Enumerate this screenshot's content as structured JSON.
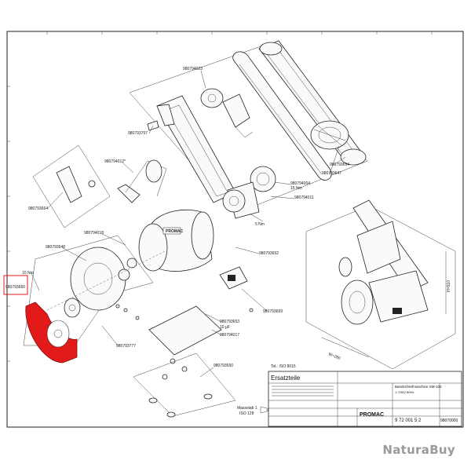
{
  "part_labels": {
    "p980794023": "980794023",
    "p980793707": "980793707",
    "p980794012": "980794012*",
    "p980793654": "980793654",
    "p980793647": "980793647",
    "p980794004": "980794004",
    "p15nm_a": "15 Nm",
    "p980794011": "980794011",
    "p980793664": "980793664",
    "p980794018": "980794018",
    "p5nm": "5 Nm",
    "p980793648": "980793648",
    "p980793652": "980793652",
    "p10nm": "10 Nm",
    "p980793660": "980793660",
    "p980793659": "980793659",
    "p980793777": "980793777",
    "p980793653": "980793653",
    "p10uf": "10 µF",
    "p980794017": "980794017",
    "p980793650": "980793650"
  },
  "dims": {
    "h": "H=510",
    "w": "W=280"
  },
  "notes": {
    "tol": "Tol.: ISO 8015",
    "scale_label": "Massstab 1",
    "scale_ref": "ISO 128"
  },
  "title_block": {
    "heading": "Ersatzteile",
    "desc_1": "Bandschleifmaschine SM-100",
    "desc_2": "1~230V 50Hz",
    "article_no": "9 72 001 5 2",
    "drawing_no": "98070000",
    "brand": "PROMAC"
  },
  "watermark": "NaturaBuy",
  "colors": {
    "highlight": "#e21a1a",
    "line": "#333333"
  }
}
